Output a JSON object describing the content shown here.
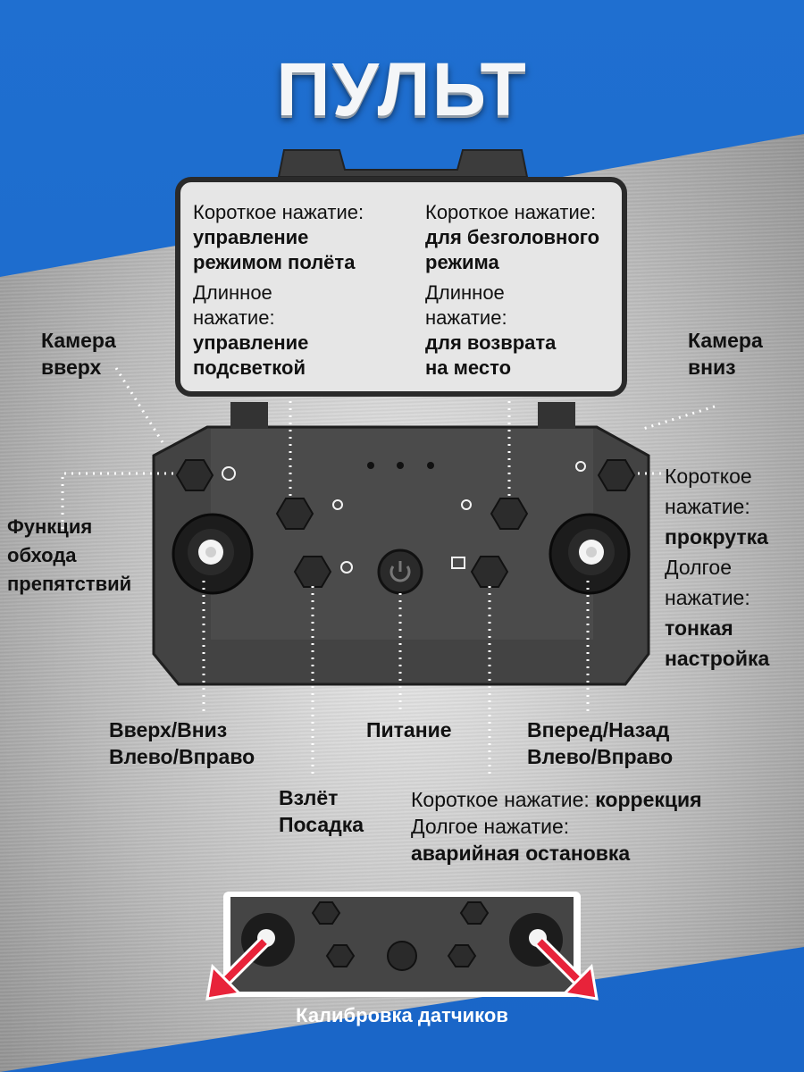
{
  "title": "ПУЛЬТ",
  "info_box": {
    "left": {
      "short_label": "Короткое нажатие:",
      "short_value_1": "управление",
      "short_value_2": "режимом полёта",
      "long_label_1": "Длинное",
      "long_label_2": "нажатие:",
      "long_value_1": "управление",
      "long_value_2": "подсветкой"
    },
    "right": {
      "short_label": "Короткое нажатие:",
      "short_value_1": "для безголовного",
      "short_value_2": "режима",
      "long_label_1": "Длинное",
      "long_label_2": "нажатие:",
      "long_value_1": "для возврата",
      "long_value_2": "на место"
    }
  },
  "labels": {
    "camera_up_1": "Камера",
    "camera_up_2": "вверх",
    "camera_down_1": "Камера",
    "camera_down_2": "вниз",
    "obstacle_1": "Функция",
    "obstacle_2": "обхода",
    "obstacle_3": "препятствий",
    "right_short_1": "Короткое",
    "right_short_2": "нажатие:",
    "right_short_value": "прокрутка",
    "right_long_1": "Долгое",
    "right_long_2": "нажатие:",
    "right_long_value_1": "тонкая",
    "right_long_value_2": "настройка",
    "left_stick_1": "Вверх/Вниз",
    "left_stick_2": "Влево/Вправо",
    "power": "Питание",
    "right_stick_1": "Вперед/Назад",
    "right_stick_2": "Влево/Вправо",
    "takeoff_1": "Взлёт",
    "takeoff_2": "Посадка",
    "bottom_short_label": "Короткое нажатие:",
    "bottom_short_value": "коррекция",
    "bottom_long_label": "Долгое нажатие:",
    "bottom_long_value": "аварийная остановка"
  },
  "calibration_label": "Калибровка датчиков",
  "colors": {
    "background_blue": "#1a66c8",
    "controller_body": "#3a3a3a",
    "arrow_red": "#e8233a"
  }
}
